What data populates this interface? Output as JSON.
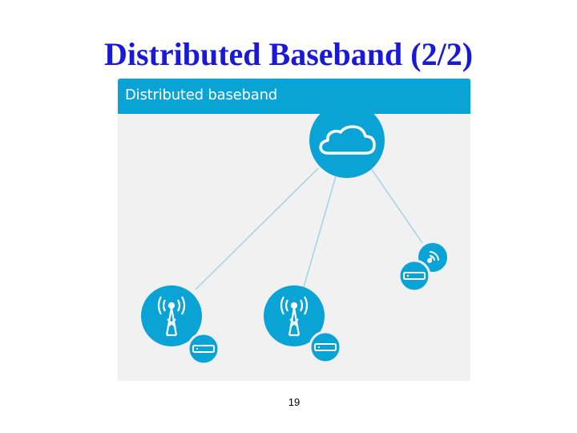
{
  "slide": {
    "title": "Distributed Baseband (2/2)",
    "page_number": "19"
  },
  "figure": {
    "banner_label": "Distributed baseband",
    "nodes": [
      {
        "id": "cloud",
        "icon": "cloud-icon"
      },
      {
        "id": "cell-tower-left",
        "icon": "cell-tower-icon",
        "unit_icon": "baseband-unit-icon"
      },
      {
        "id": "cell-tower-middle",
        "icon": "cell-tower-icon",
        "unit_icon": "baseband-unit-icon"
      },
      {
        "id": "small-cell",
        "icon": "small-cell-icon",
        "unit_icon": "baseband-unit-icon"
      }
    ],
    "links": [
      {
        "from": "cloud",
        "to": "cell-tower-left"
      },
      {
        "from": "cloud",
        "to": "cell-tower-middle"
      },
      {
        "from": "cloud",
        "to": "small-cell"
      }
    ]
  },
  "colors": {
    "title": "#1a1ad6",
    "accent": "#0aa3d6",
    "figure_background": "#f1f1f1",
    "link_line": "#9fd4e8"
  }
}
